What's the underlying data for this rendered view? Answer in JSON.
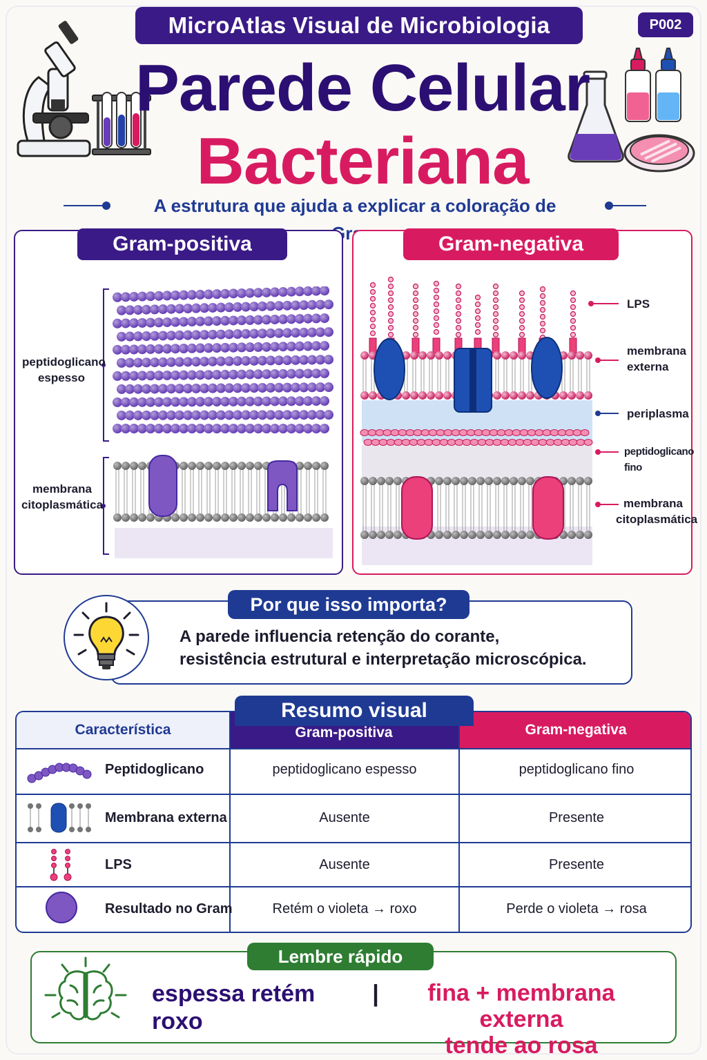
{
  "header": {
    "series": "MicroAtlas Visual de Microbiologia",
    "page_code": "P002",
    "title_line1": "Parede Celular",
    "title_line2": "Bacteriana",
    "subtitle": "A estrutura que ajuda a explicar a coloração de Gram"
  },
  "gram_positive": {
    "title": "Gram-positiva",
    "labels": {
      "peptidoglycan_1": "peptidoglicano",
      "peptidoglycan_2": "espesso",
      "membrane_1": "membrana",
      "membrane_2": "citoplasmática"
    }
  },
  "gram_negative": {
    "title": "Gram-negativa",
    "labels": {
      "lps": "LPS",
      "outer_membrane_1": "membrana",
      "outer_membrane_2": "externa",
      "periplasm": "periplasma",
      "peptidoglycan_1": "peptidoglicano",
      "peptidoglycan_2": "fino",
      "membrane_1": "membrana",
      "membrane_2": "citoplasmática"
    }
  },
  "why": {
    "title": "Por que isso importa?",
    "line1": "A parede influencia retenção do corante,",
    "line2": "resistência estrutural e interpretação microscópica."
  },
  "summary": {
    "title": "Resumo visual",
    "headers": {
      "feature": "Característica",
      "positive": "Gram-positiva",
      "negative": "Gram-negativa"
    },
    "rows": [
      {
        "feature": "Peptidoglicano",
        "positive": "peptidoglicano espesso",
        "negative": "peptidoglicano fino"
      },
      {
        "feature": "Membrana externa",
        "positive": "Ausente",
        "negative": "Presente"
      },
      {
        "feature": "LPS",
        "positive": "Ausente",
        "negative": "Presente"
      },
      {
        "feature": "Resultado no Gram",
        "positive": "Retém o violeta → roxo",
        "negative": "Perde  o violeta → rosa"
      }
    ]
  },
  "remember": {
    "title": "Lembre rápido",
    "left": "espessa retém roxo",
    "separator": "|",
    "right_line1": "fina + membrana externa",
    "right_line2": "tende ao rosa"
  },
  "colors": {
    "purple": "#3a1a86",
    "magenta": "#d81b60",
    "navy": "#1f3a93",
    "green": "#2e7d32",
    "violet_bead": "#7e57c2"
  }
}
